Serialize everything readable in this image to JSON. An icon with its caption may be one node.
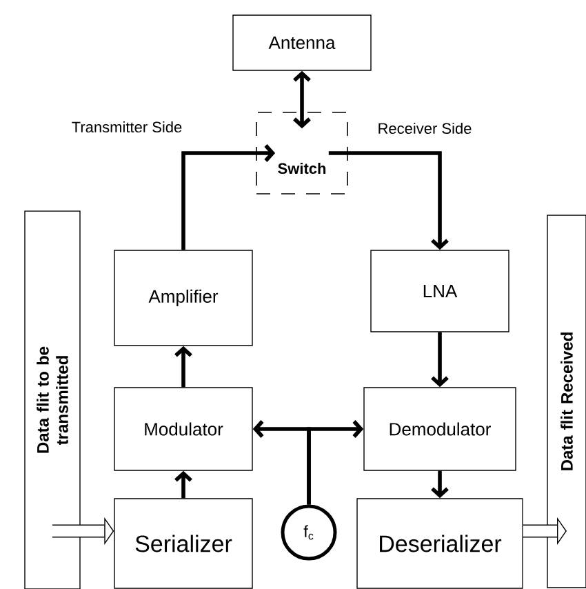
{
  "diagram": {
    "nodes": [
      {
        "text": [
          "Antenna"
        ]
      },
      {
        "text": [
          "Switch"
        ]
      },
      {
        "text": [
          "Amplifier"
        ]
      },
      {
        "text": [
          "LNA"
        ]
      },
      {
        "text": [
          "Modulator"
        ]
      },
      {
        "text": [
          "Demodulator"
        ]
      },
      {
        "text": [
          "Serializer"
        ]
      },
      {
        "text": [
          "Deserializer"
        ]
      },
      {
        "text": [
          "f$_{c}$"
        ]
      },
      {
        "text": [
          "Data flit to be transmitted"
        ]
      },
      {
        "text": [
          "Data flit Received"
        ]
      }
    ],
    "edges": [
      {
        "from": 0,
        "to": 1,
        "arrow": "both"
      },
      {
        "from": 2,
        "to": 1,
        "arrow": "to"
      },
      {
        "from": 1,
        "to": 3,
        "arrow": "to"
      },
      {
        "from": 4,
        "to": 2,
        "arrow": "to"
      },
      {
        "from": 6,
        "to": 4,
        "arrow": "to"
      },
      {
        "from": 3,
        "to": 5,
        "arrow": "to"
      },
      {
        "from": 5,
        "to": 7,
        "arrow": "to"
      },
      {
        "from": 8,
        "to": 4,
        "arrow": "to"
      },
      {
        "from": 8,
        "to": 5,
        "arrow": "to"
      },
      {
        "from": 9,
        "to": 6,
        "arrow": "to",
        "style": "thick"
      },
      {
        "from": 7,
        "to": 10,
        "arrow": "to",
        "style": "thick"
      }
    ],
    "labels": [
      "Transmitter Side",
      "Receiver Side"
    ]
  }
}
